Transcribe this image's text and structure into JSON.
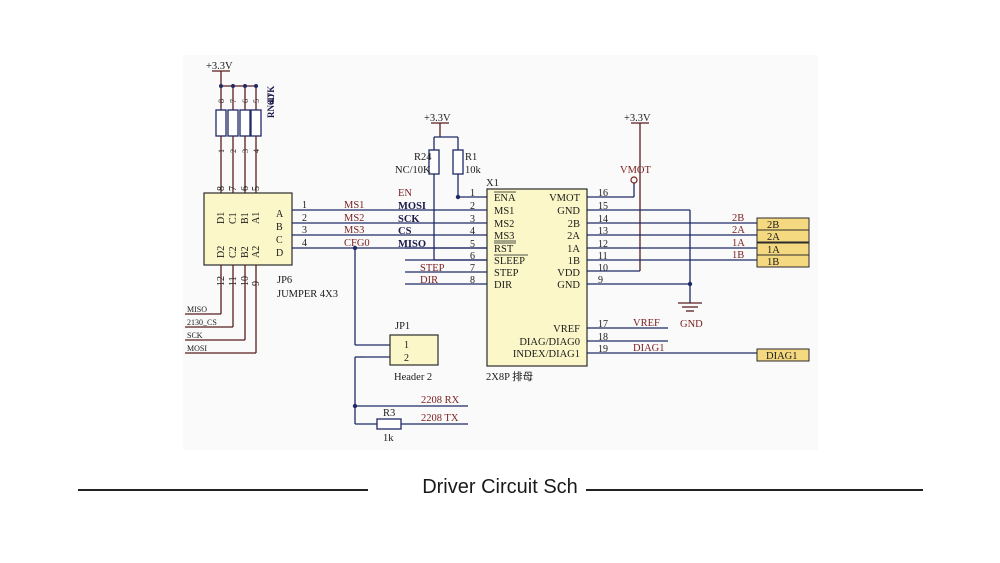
{
  "caption": "Driver Circuit Sch",
  "power": {
    "label": "+3.3V",
    "vmot_label": "VMOT",
    "gnd_label": "GND"
  },
  "resistor_network": {
    "ref": "RN6D",
    "value": "4.7K",
    "pins_top": [
      "8",
      "7",
      "6",
      "5"
    ],
    "pins_bottom": [
      "1",
      "2",
      "3",
      "4"
    ]
  },
  "jp6": {
    "ref": "JP6",
    "name": "JUMPER 4X3",
    "top_pins": [
      "8",
      "7",
      "6",
      "5"
    ],
    "top_labels": [
      "D1",
      "C1",
      "B1",
      "A1"
    ],
    "bottom_labels": [
      "D2",
      "C2",
      "B2",
      "A2"
    ],
    "bottom_pins": [
      "12",
      "11",
      "10",
      "9"
    ],
    "right_letters": [
      "A",
      "B",
      "C",
      "D"
    ],
    "right_pins": [
      "1",
      "2",
      "3",
      "4"
    ],
    "net_labels": [
      "MS1",
      "MS2",
      "MS3",
      "CFG0"
    ],
    "left_nets": [
      "MISO",
      "2130_CS",
      "SCK",
      "MOSI"
    ]
  },
  "r24": {
    "ref": "R24",
    "value": "NC/10K"
  },
  "r1": {
    "ref": "R1",
    "value": "10k"
  },
  "x1": {
    "ref": "X1",
    "name": "2X8P 排母",
    "left_nets": [
      "EN",
      "MOSI",
      "SCK",
      "CS",
      "MISO",
      "",
      "STEP",
      "DIR"
    ],
    "left_pins": [
      "1",
      "2",
      "3",
      "4",
      "5",
      "6",
      "7",
      "8"
    ],
    "left_labels": [
      "ENA",
      "MS1",
      "MS2",
      "MS3",
      "RST",
      "SLEEP",
      "STEP",
      "DIR"
    ],
    "right_labels": [
      "VMOT",
      "GND",
      "2B",
      "2A",
      "1A",
      "1B",
      "VDD",
      "GND"
    ],
    "right_pins": [
      "16",
      "15",
      "14",
      "13",
      "12",
      "11",
      "10",
      "9"
    ],
    "lower_labels": [
      "VREF",
      "DIAG/DIAG0",
      "INDEX/DIAG1"
    ],
    "lower_pins": [
      "17",
      "18",
      "19"
    ],
    "lower_nets": [
      "VREF",
      "",
      "DIAG1"
    ]
  },
  "motor_nets": [
    "2B",
    "2A",
    "1A",
    "1B"
  ],
  "motor_ports": [
    "2B",
    "2A",
    "1A",
    "1B"
  ],
  "diag_port": "DIAG1",
  "jp1": {
    "ref": "JP1",
    "name": "Header 2",
    "pins": [
      "1",
      "2"
    ]
  },
  "r3": {
    "ref": "R3",
    "value": "1k"
  },
  "uart": {
    "rx": "2208 RX",
    "tx": "2208 TX"
  }
}
